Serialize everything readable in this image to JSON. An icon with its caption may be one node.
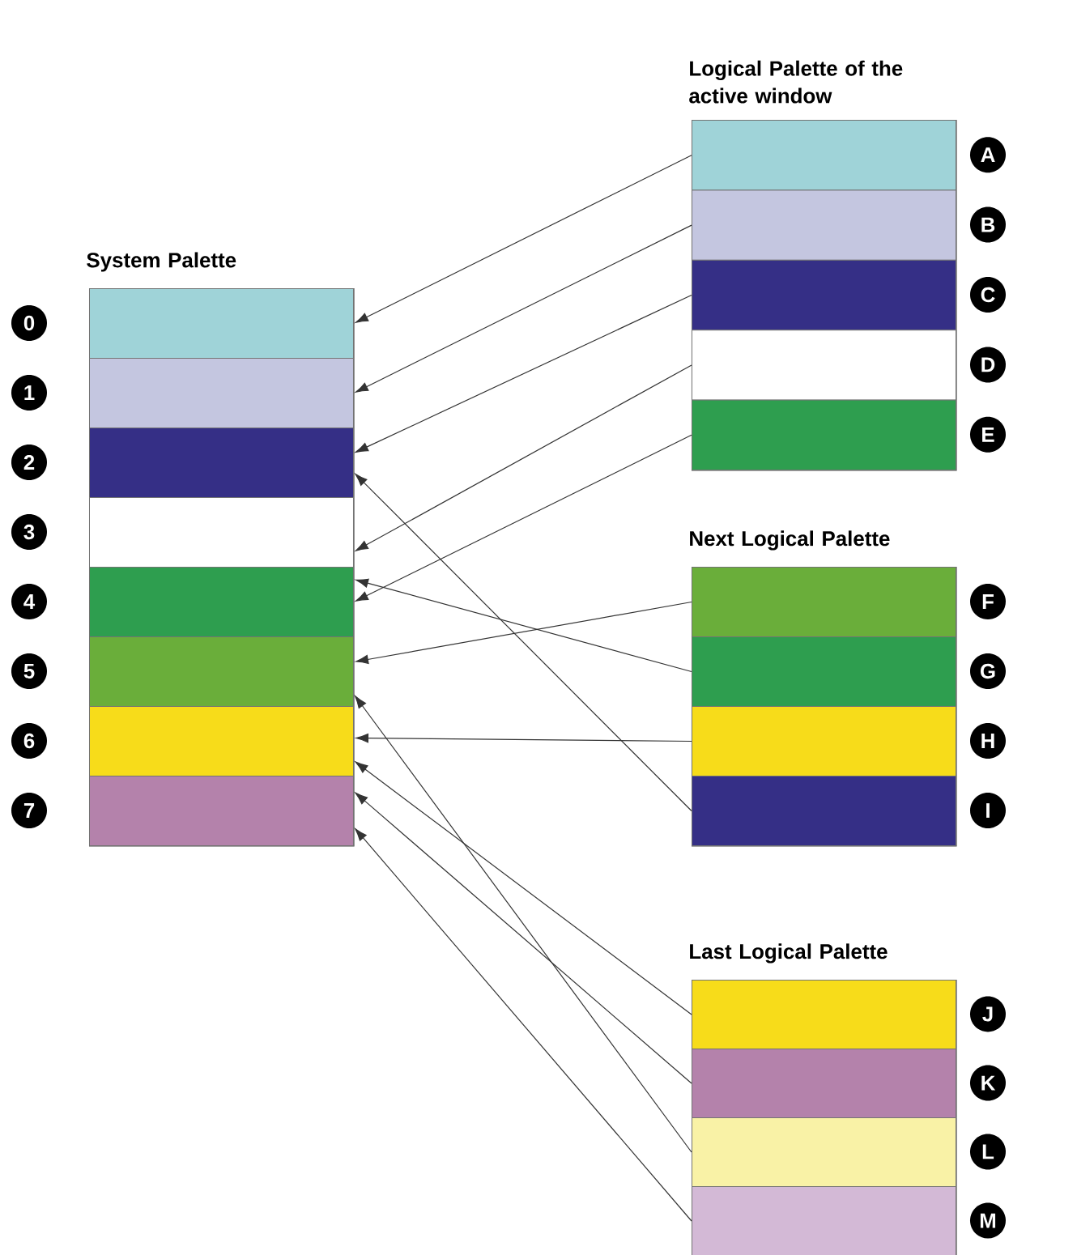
{
  "diagram": {
    "nodes": [
      {
        "text": [
          "System Palette"
        ]
      },
      {
        "text": [],
        "shape": "bar",
        "beside": [
          "0"
        ],
        "in": 0
      },
      {
        "text": [],
        "shape": "bar",
        "beside": [
          "1"
        ],
        "in": 0
      },
      {
        "text": [],
        "shape": "bar",
        "beside": [
          "2"
        ],
        "in": 0
      },
      {
        "text": [],
        "shape": "bar",
        "beside": [
          "3"
        ],
        "in": 0
      },
      {
        "text": [],
        "shape": "bar",
        "beside": [
          "4"
        ],
        "in": 0
      },
      {
        "text": [],
        "shape": "bar",
        "beside": [
          "5"
        ],
        "in": 0
      },
      {
        "text": [],
        "shape": "bar",
        "beside": [
          "6"
        ],
        "in": 0
      },
      {
        "text": [],
        "shape": "bar",
        "beside": [
          "7"
        ],
        "in": 0
      },
      {
        "text": [
          "Logical Palette of the active window"
        ]
      },
      {
        "text": [],
        "shape": "bar",
        "beside": [
          "A"
        ],
        "in": 9
      },
      {
        "text": [],
        "shape": "bar",
        "beside": [
          "B"
        ],
        "in": 9
      },
      {
        "text": [],
        "shape": "bar",
        "beside": [
          "C"
        ],
        "in": 9
      },
      {
        "text": [],
        "shape": "bar",
        "beside": [
          "D"
        ],
        "in": 9
      },
      {
        "text": [],
        "shape": "bar",
        "beside": [
          "E"
        ],
        "in": 9
      },
      {
        "text": [
          "Next Logical Palette"
        ]
      },
      {
        "text": [],
        "shape": "bar",
        "beside": [
          "F"
        ],
        "in": 15
      },
      {
        "text": [],
        "shape": "bar",
        "beside": [
          "G"
        ],
        "in": 15
      },
      {
        "text": [],
        "shape": "bar",
        "beside": [
          "H"
        ],
        "in": 15
      },
      {
        "text": [],
        "shape": "bar",
        "beside": [
          "I"
        ],
        "in": 15
      },
      {
        "text": [
          "Last Logical Palette"
        ]
      },
      {
        "text": [],
        "shape": "bar",
        "beside": [
          "J"
        ],
        "in": 20
      },
      {
        "text": [],
        "shape": "bar",
        "beside": [
          "K"
        ],
        "in": 20
      },
      {
        "text": [],
        "shape": "bar",
        "beside": [
          "L"
        ],
        "in": 20
      },
      {
        "text": [],
        "shape": "bar",
        "beside": [
          "M"
        ],
        "in": 20
      }
    ],
    "edges": [
      {
        "from": 10,
        "to": 1,
        "arrow": "to"
      },
      {
        "from": 11,
        "to": 2,
        "arrow": "to"
      },
      {
        "from": 12,
        "to": 3,
        "arrow": "to"
      },
      {
        "from": 13,
        "to": 4,
        "arrow": "to"
      },
      {
        "from": 14,
        "to": 5,
        "arrow": "to"
      },
      {
        "from": 16,
        "to": 6,
        "arrow": "to"
      },
      {
        "from": 17,
        "to": 5,
        "arrow": "to"
      },
      {
        "from": 18,
        "to": 7,
        "arrow": "to"
      },
      {
        "from": 19,
        "to": 3,
        "arrow": "to"
      },
      {
        "from": 21,
        "to": 7,
        "arrow": "to"
      },
      {
        "from": 22,
        "to": 8,
        "arrow": "to"
      },
      {
        "from": 23,
        "to": 6,
        "arrow": "to"
      },
      {
        "from": 24,
        "to": 8,
        "arrow": "to"
      }
    ]
  }
}
